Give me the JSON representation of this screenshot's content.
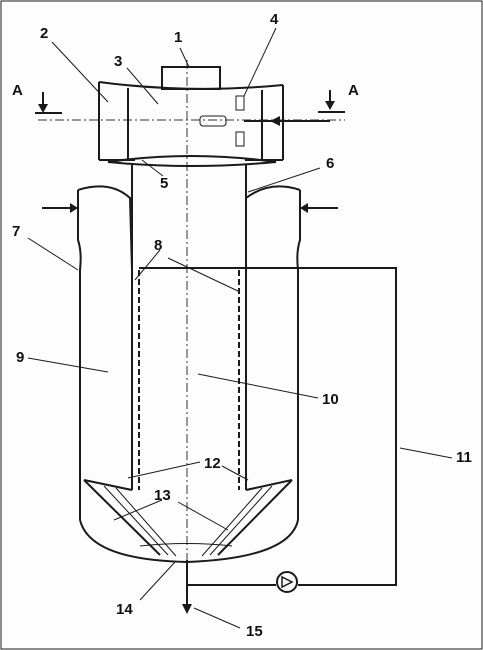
{
  "section_marker": "A",
  "labels": {
    "l1": "1",
    "l2": "2",
    "l3": "3",
    "l4": "4",
    "l5": "5",
    "l6": "6",
    "l7": "7",
    "l8": "8",
    "l9": "9",
    "l10": "10",
    "l11": "11",
    "l12": "12",
    "l13": "13",
    "l14": "14",
    "l15": "15"
  },
  "colors": {
    "line": "#1a1a1a",
    "background": "#fdfdfd"
  }
}
